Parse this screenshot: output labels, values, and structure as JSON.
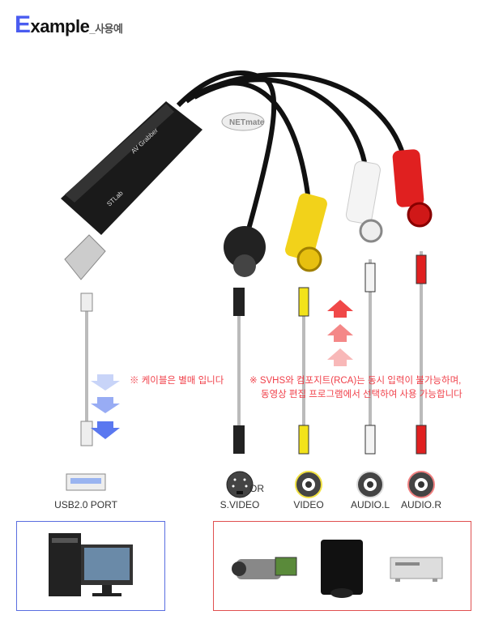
{
  "title": {
    "initial": "E",
    "rest": "xample",
    "sub": "_사용예"
  },
  "logos": {
    "brand": "NETmate",
    "device_label": "AV Grabber",
    "maker": "STLab"
  },
  "notes": {
    "usb": "※ 케이블은 별매 입니다",
    "av_line1": "※ SVHS와 컴포지트(RCA)는 동시 입력이 불가능하며,",
    "av_line2": "동영상 편집 프로그램에서 선택하여 사용 가능합니다"
  },
  "ports": {
    "usb": "USB2.0 PORT",
    "svideo": "S.VIDEO",
    "or": "OR",
    "video": "VIDEO",
    "audio_l": "AUDIO.L",
    "audio_r": "AUDIO.R"
  },
  "colors": {
    "accent_blue": "#4a5cf0",
    "note_red": "#f0404a",
    "video_yellow": "#f2e21a",
    "audio_white": "#f2f2f2",
    "audio_red": "#e02020",
    "box_blue": "#5a6ee0",
    "box_red": "#e05050"
  }
}
